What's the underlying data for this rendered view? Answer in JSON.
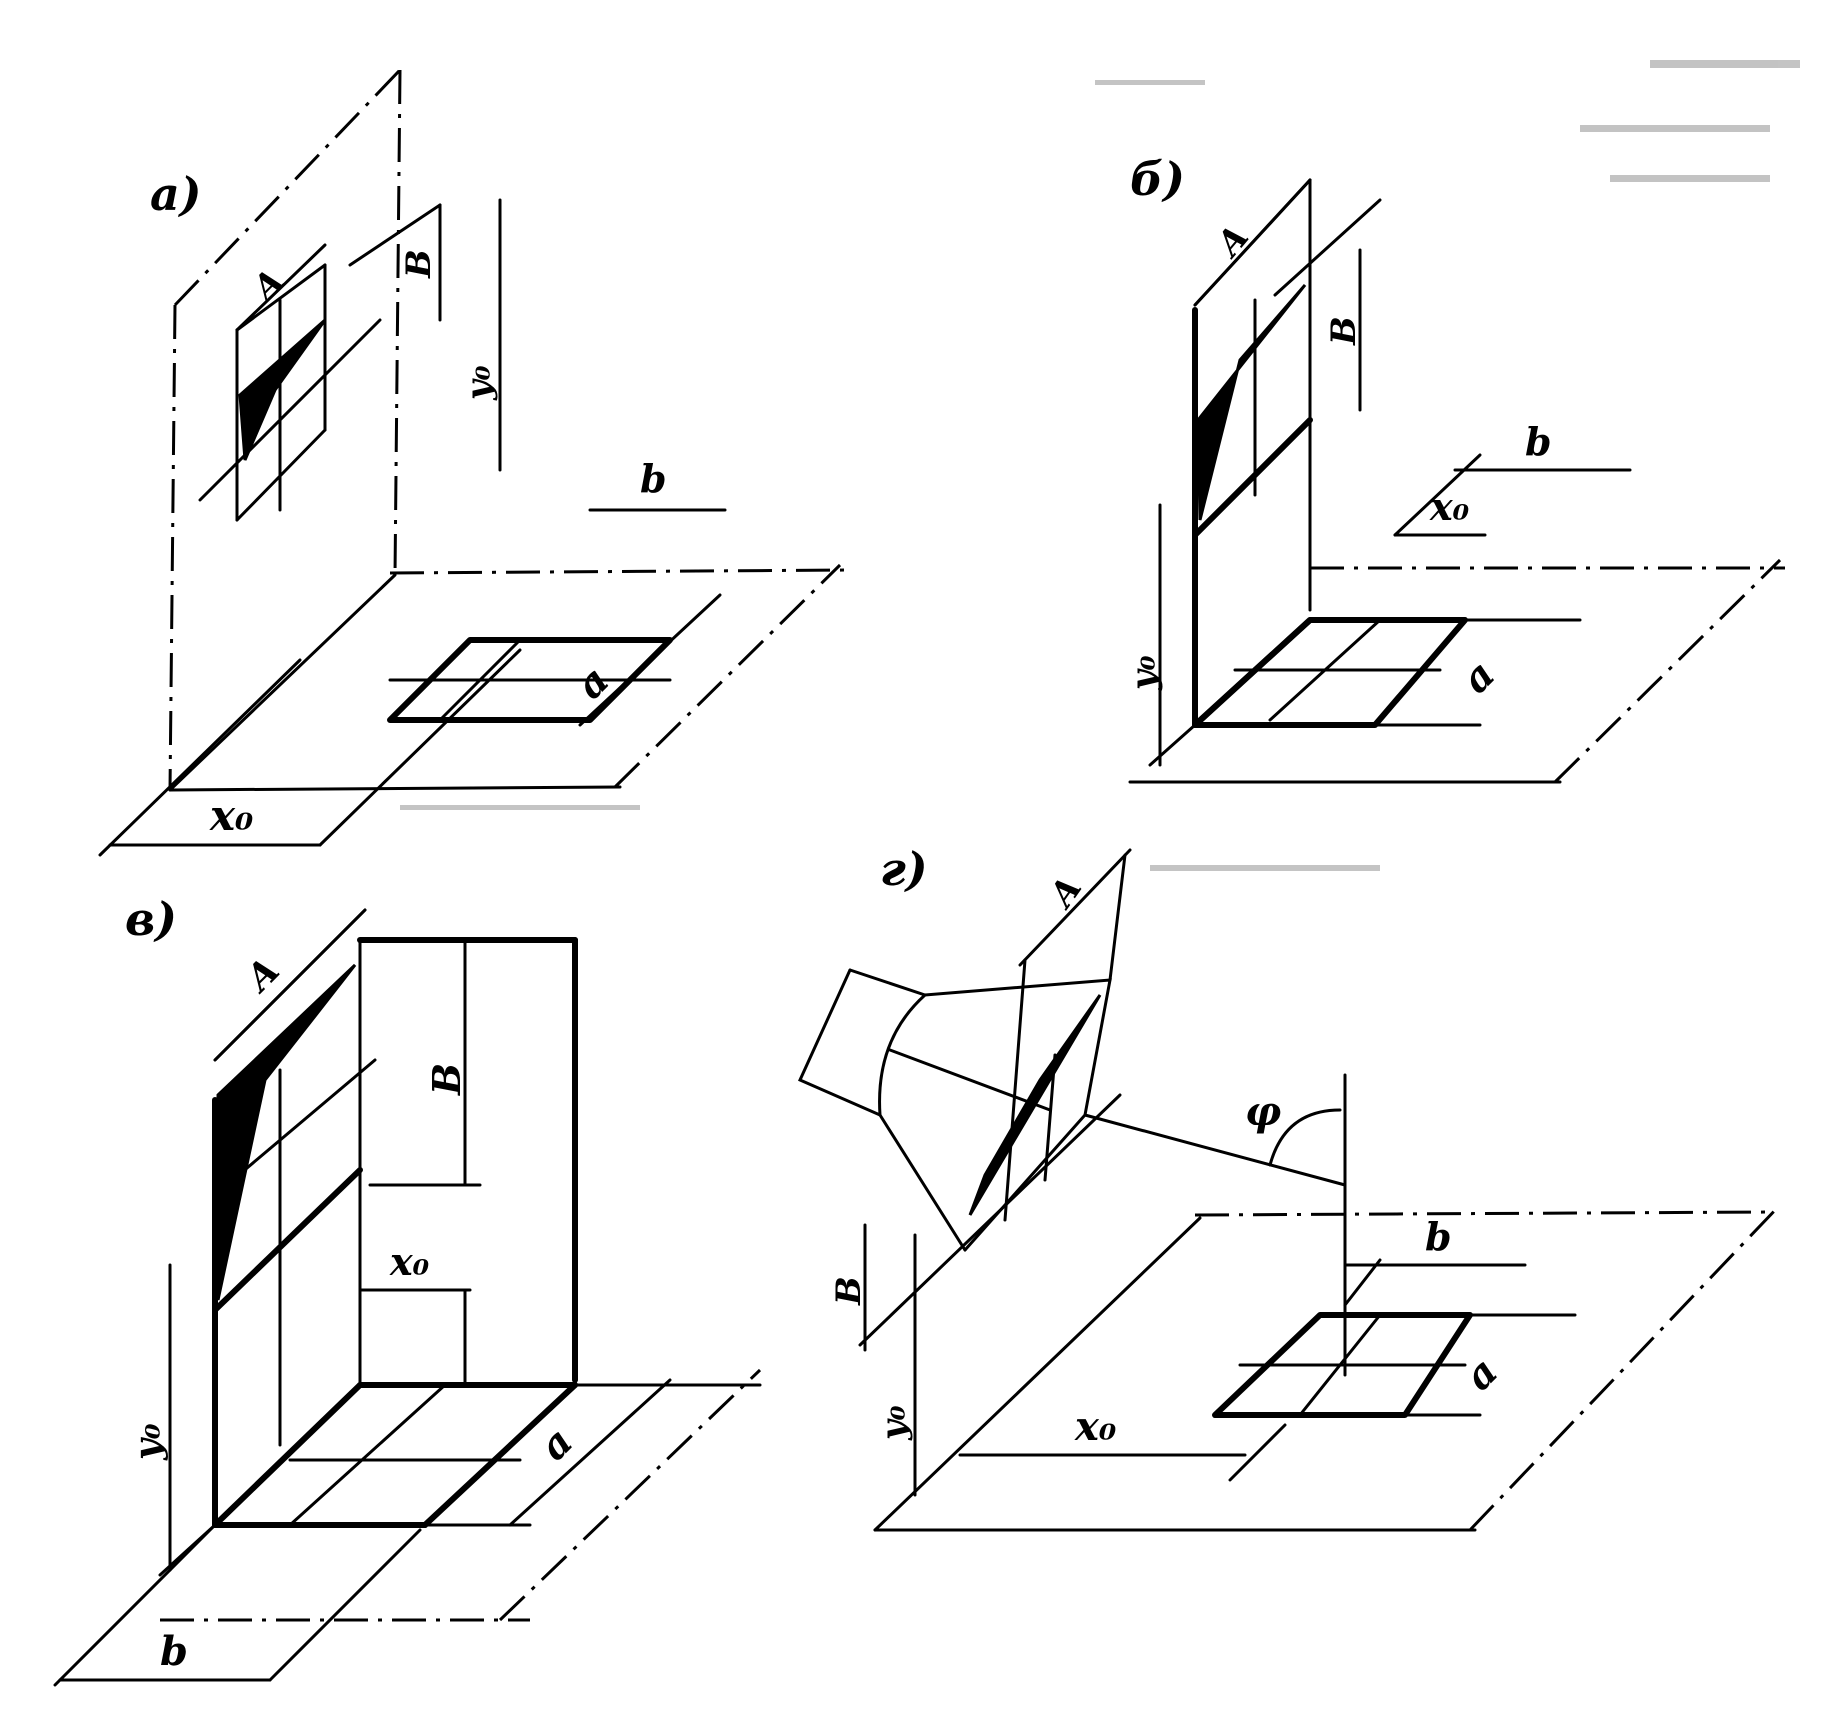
{
  "panels": {
    "a": {
      "label": "а)",
      "dims": {
        "A": "A",
        "B": "B",
        "y0": "y₀",
        "b": "b",
        "a": "a",
        "x0": "x₀"
      }
    },
    "b": {
      "label": "б)",
      "dims": {
        "A": "A",
        "B": "B",
        "b": "b",
        "x0": "x₀",
        "a": "a",
        "y0": "y₀"
      }
    },
    "v": {
      "label": "в)",
      "dims": {
        "A": "A",
        "B": "B",
        "x0": "x₀",
        "a": "a",
        "y0": "y₀",
        "b": "b"
      }
    },
    "g": {
      "label": "г)",
      "dims": {
        "A": "A",
        "phi": "φ",
        "b": "b",
        "a": "a",
        "B": "B",
        "y0": "y₀",
        "x0": "x₀"
      }
    }
  },
  "colors": {
    "ink": "#000000",
    "paper": "#ffffff"
  }
}
